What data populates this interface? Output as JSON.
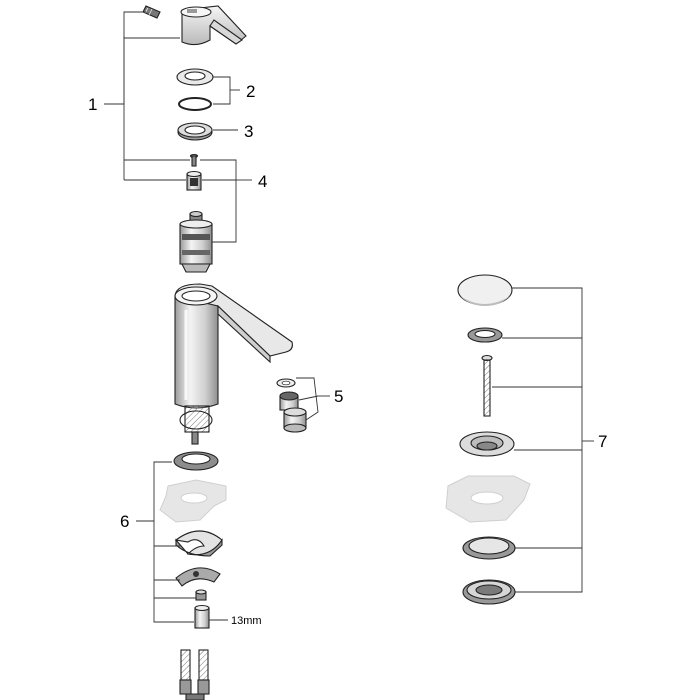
{
  "diagram": {
    "callouts": [
      "1",
      "2",
      "3",
      "4",
      "5",
      "6",
      "7"
    ],
    "wrench_size": "13mm"
  },
  "colors": {
    "line": "#222222",
    "metal_light": "#f2f2f2",
    "metal_mid": "#cfcfcf",
    "metal_dark": "#8a8a8a",
    "countertop": "#e6e6e6"
  }
}
